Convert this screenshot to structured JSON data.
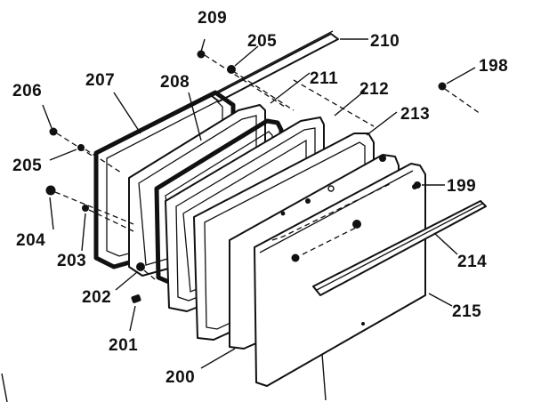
{
  "diagram": {
    "ink_color": "#111111",
    "background_color": "#ffffff",
    "callouts": {
      "c209": "209",
      "c205_top": "205",
      "c210": "210",
      "c198": "198",
      "c206": "206",
      "c207": "207",
      "c208": "208",
      "c211": "211",
      "c212": "212",
      "c213": "213",
      "c205_left": "205",
      "c199": "199",
      "c204": "204",
      "c203": "203",
      "c214": "214",
      "c202": "202",
      "c215": "215",
      "c201": "201",
      "c200": "200"
    }
  }
}
